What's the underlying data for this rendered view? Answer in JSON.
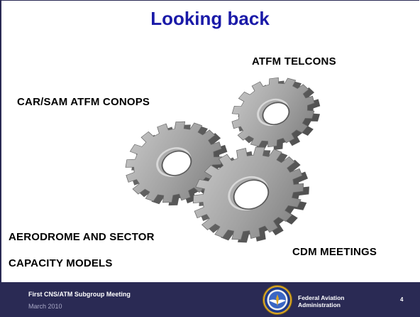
{
  "slide": {
    "title": "Looking back",
    "labels": {
      "atfm_telcons": "ATFM TELCONS",
      "carsam_conops": "CAR/SAM ATFM CONOPS",
      "aerodrome_line1": "AERODROME AND SECTOR",
      "aerodrome_line2": "CAPACITY MODELS",
      "cdm_meetings": "CDM MEETINGS"
    },
    "graphic": {
      "icon": "three-interlocking-gears",
      "color": "#9a9a9a"
    }
  },
  "footer": {
    "meeting": "First CNS/ATM Subgroup Meeting",
    "date": "March 2010",
    "agency_line1": "Federal Aviation",
    "agency_line2": "Administration",
    "seal_icon": "faa-seal-icon",
    "page_number": "4",
    "background_color": "#2a2a54"
  }
}
